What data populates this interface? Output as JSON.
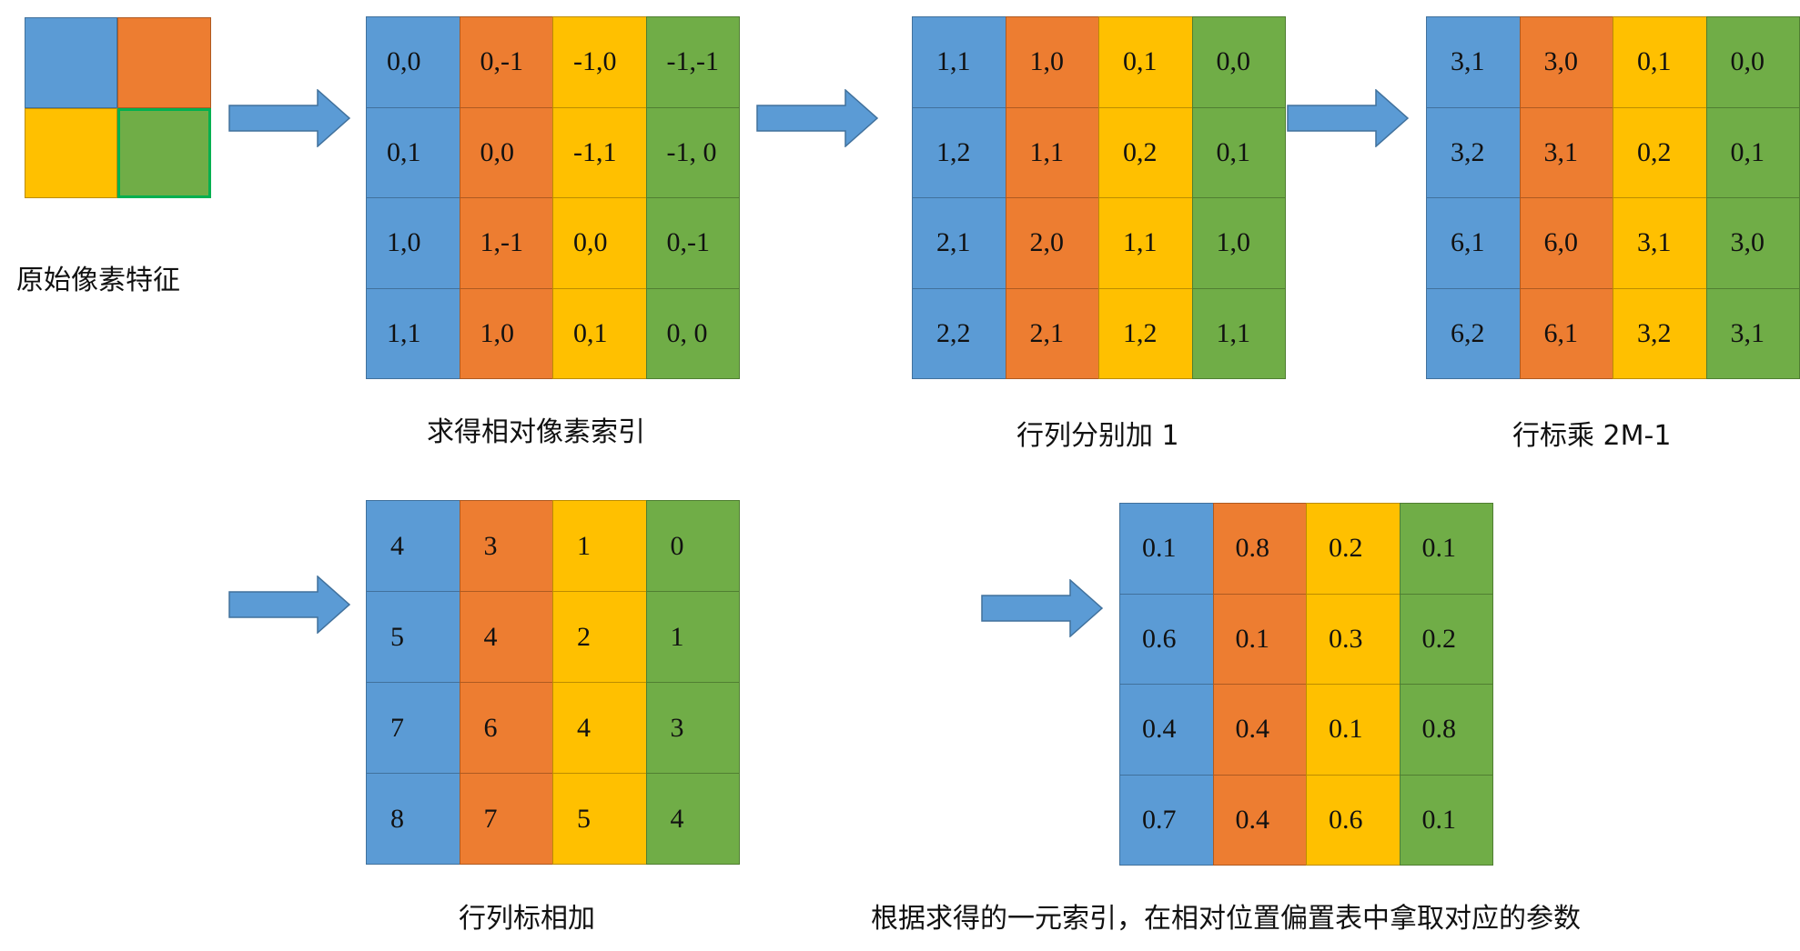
{
  "colors": {
    "blue": "#5b9bd5",
    "orange": "#ed7d31",
    "yellow": "#ffc000",
    "green": "#70ad47",
    "arrow": "#5b9bd5",
    "highlight_border": "#00b050"
  },
  "captions": {
    "original": "原始像素特征",
    "relative_index": "求得相对像素索引",
    "add_one": "行列分别加 1",
    "row_multiply": "行标乘 2M-1",
    "sum_index": "行列标相加",
    "lookup": "根据求得的一元索引，在相对位置偏置表中拿取对应的参数"
  },
  "grids": {
    "relative_index": [
      [
        "0,0",
        "0,-1",
        "-1,0",
        "-1,-1"
      ],
      [
        "0,1",
        "0,0",
        "-1,1",
        "-1, 0"
      ],
      [
        "1,0",
        "1,-1",
        "0,0",
        "0,-1"
      ],
      [
        "1,1",
        "1,0",
        "0,1",
        "0, 0"
      ]
    ],
    "add_one": [
      [
        "1,1",
        "1,0",
        "0,1",
        "0,0"
      ],
      [
        "1,2",
        "1,1",
        "0,2",
        "0,1"
      ],
      [
        "2,1",
        "2,0",
        "1,1",
        "1,0"
      ],
      [
        "2,2",
        "2,1",
        "1,2",
        "1,1"
      ]
    ],
    "row_multiply": [
      [
        "3,1",
        "3,0",
        "0,1",
        "0,0"
      ],
      [
        "3,2",
        "3,1",
        "0,2",
        "0,1"
      ],
      [
        "6,1",
        "6,0",
        "3,1",
        "3,0"
      ],
      [
        "6,2",
        "6,1",
        "3,2",
        "3,1"
      ]
    ],
    "sum_index": [
      [
        "4",
        "3",
        "1",
        "0"
      ],
      [
        "5",
        "4",
        "2",
        "1"
      ],
      [
        "7",
        "6",
        "4",
        "3"
      ],
      [
        "8",
        "7",
        "5",
        "4"
      ]
    ],
    "lookup": [
      [
        "0.1",
        "0.8",
        "0.2",
        "0.1"
      ],
      [
        "0.6",
        "0.1",
        "0.3",
        "0.2"
      ],
      [
        "0.4",
        "0.4",
        "0.1",
        "0.8"
      ],
      [
        "0.7",
        "0.4",
        "0.6",
        "0.1"
      ]
    ]
  }
}
